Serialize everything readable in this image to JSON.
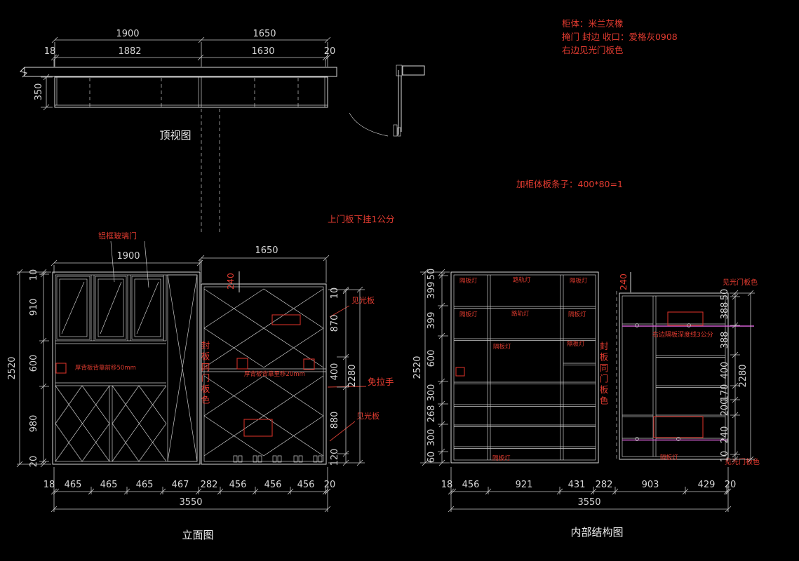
{
  "colors": {
    "bg": "#000000",
    "line": "#d9d9d9",
    "dim_text": "#d6d6d6",
    "red": "#e23b30",
    "magenta": "#d45fd4"
  },
  "notes": {
    "line1": "柜体：米兰灰橡",
    "line2": "掩门 封边 收口：爱格灰0908",
    "line3": "右边见光门板色",
    "strip": "加柜体板条子：400*80=1",
    "door_hang": "上门板下挂1公分"
  },
  "top_view": {
    "label": "顶视图",
    "dim_left_top": "1900",
    "dim_right_top": "1650",
    "dim_18": "18",
    "dim_1882": "1882",
    "dim_1630": "1630",
    "dim_20": "20",
    "dim_depth": "350"
  },
  "elevation": {
    "label": "立面图",
    "dim_1900": "1900",
    "dim_1650": "1650",
    "dim_240": "240",
    "left": {
      "total": "2520",
      "segs": [
        "10",
        "910",
        "600",
        "980",
        "20"
      ]
    },
    "right": {
      "total": "2280",
      "segs": [
        "10",
        "870",
        "400",
        "880",
        "120"
      ]
    },
    "bottom": {
      "total": "3550",
      "segs": [
        "18",
        "465",
        "465",
        "465",
        "467",
        "282",
        "456",
        "456",
        "456",
        "20"
      ]
    },
    "labels": {
      "glass_door": "铝框玻璃门",
      "seal": "封板同门板色",
      "light_top": "见光板",
      "no_handle": "免拉手",
      "light_bottom": "见光板",
      "back50": "厚背板背靠前移50mm",
      "back20": "厚背板背靠里移20mm"
    }
  },
  "internal": {
    "label": "内部结构图",
    "dim_240": "240",
    "left": {
      "total": "2520",
      "segs": [
        "50",
        "399",
        "399",
        "600",
        "300",
        "268",
        "300",
        "60"
      ]
    },
    "right": {
      "total": "2280",
      "segs": [
        "50",
        "388",
        "388",
        "400",
        "170",
        "200",
        "240",
        "10"
      ]
    },
    "bottom": {
      "total": "3550",
      "segs": [
        "18",
        "456",
        "921",
        "431",
        "282",
        "903",
        "429",
        "20"
      ]
    },
    "labels": {
      "seal": "封板同门板色",
      "light_door_top": "见光门板色",
      "light_door_bottom": "见光门板色",
      "depth_note": "右边隔板深度线3公分",
      "shelf_light": "隔板灯",
      "track_light": "路轨灯"
    }
  }
}
